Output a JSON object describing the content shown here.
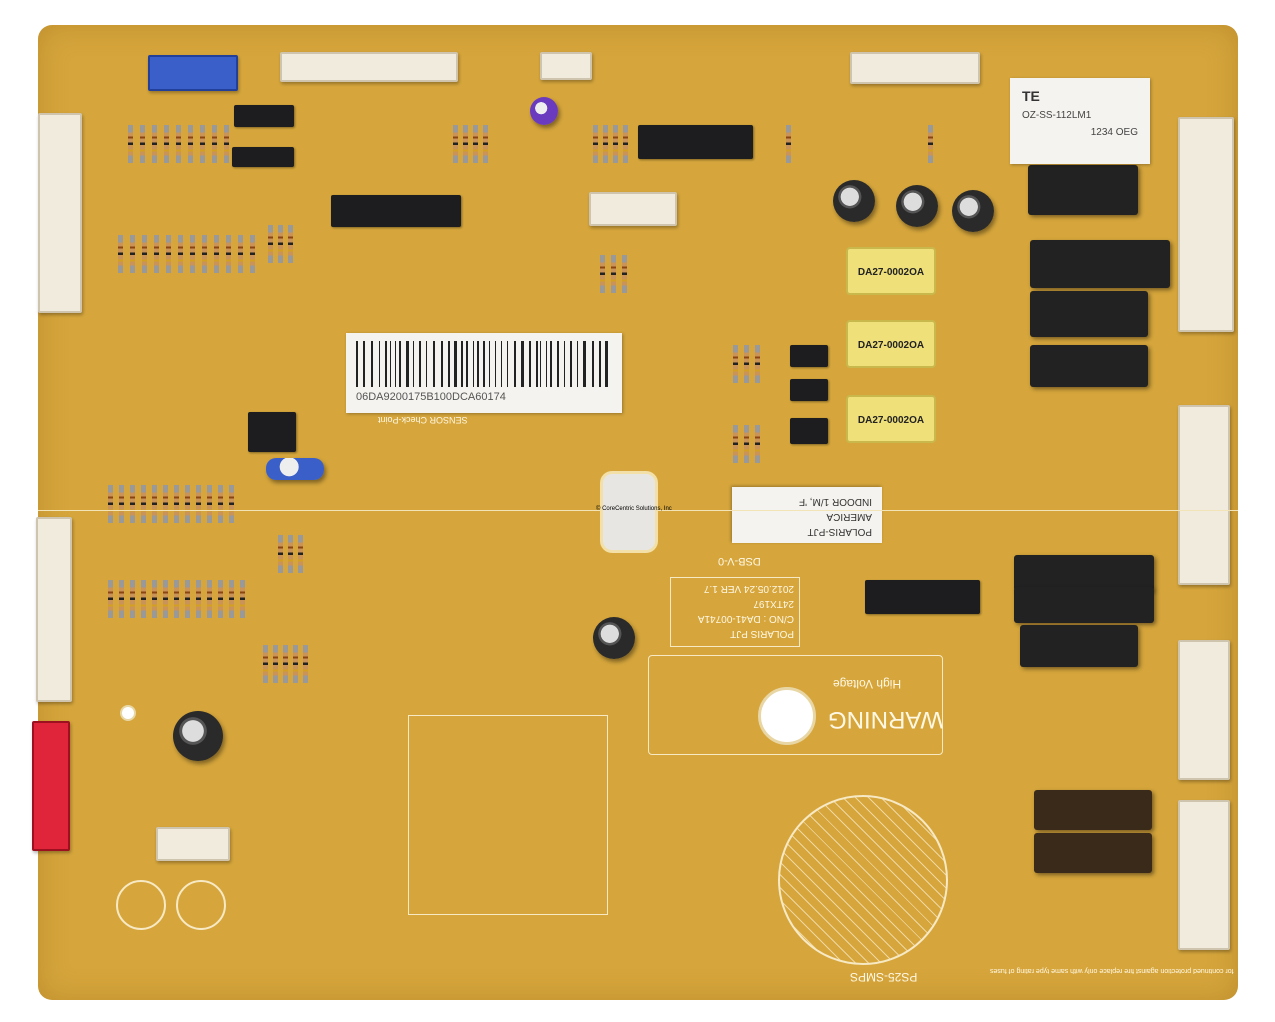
{
  "barcode_label": {
    "text": "06DA9200175B100DCA60174"
  },
  "model_label": {
    "lines": [
      "POLARIS-PJT",
      "AMERICA",
      "INDOOR 1/M, 'F"
    ]
  },
  "silkscreen": {
    "project_box": [
      "POLARIS PJT",
      "C/NO : DA41-00741A",
      "24TX197",
      "2012.05.24   VER 1.7"
    ],
    "rating": "DSB-V-0",
    "warning": "WARNING",
    "warning_sub": "High Voltage",
    "board_name": "PS25-SMPS",
    "sensor": "SENSOR Check-Point",
    "fuse_note": "for continued protection against fire replace only with same type rating of fuses"
  },
  "relay_top": {
    "brand": "TE",
    "part": "OZ-SS-112LM1",
    "code": "1234  OEG"
  },
  "connectors_yellow": [
    "DA27-0002OA",
    "DA27-0002OA",
    "DA27-0002OA"
  ],
  "copyright": "© CoreCentric Solutions, Inc"
}
